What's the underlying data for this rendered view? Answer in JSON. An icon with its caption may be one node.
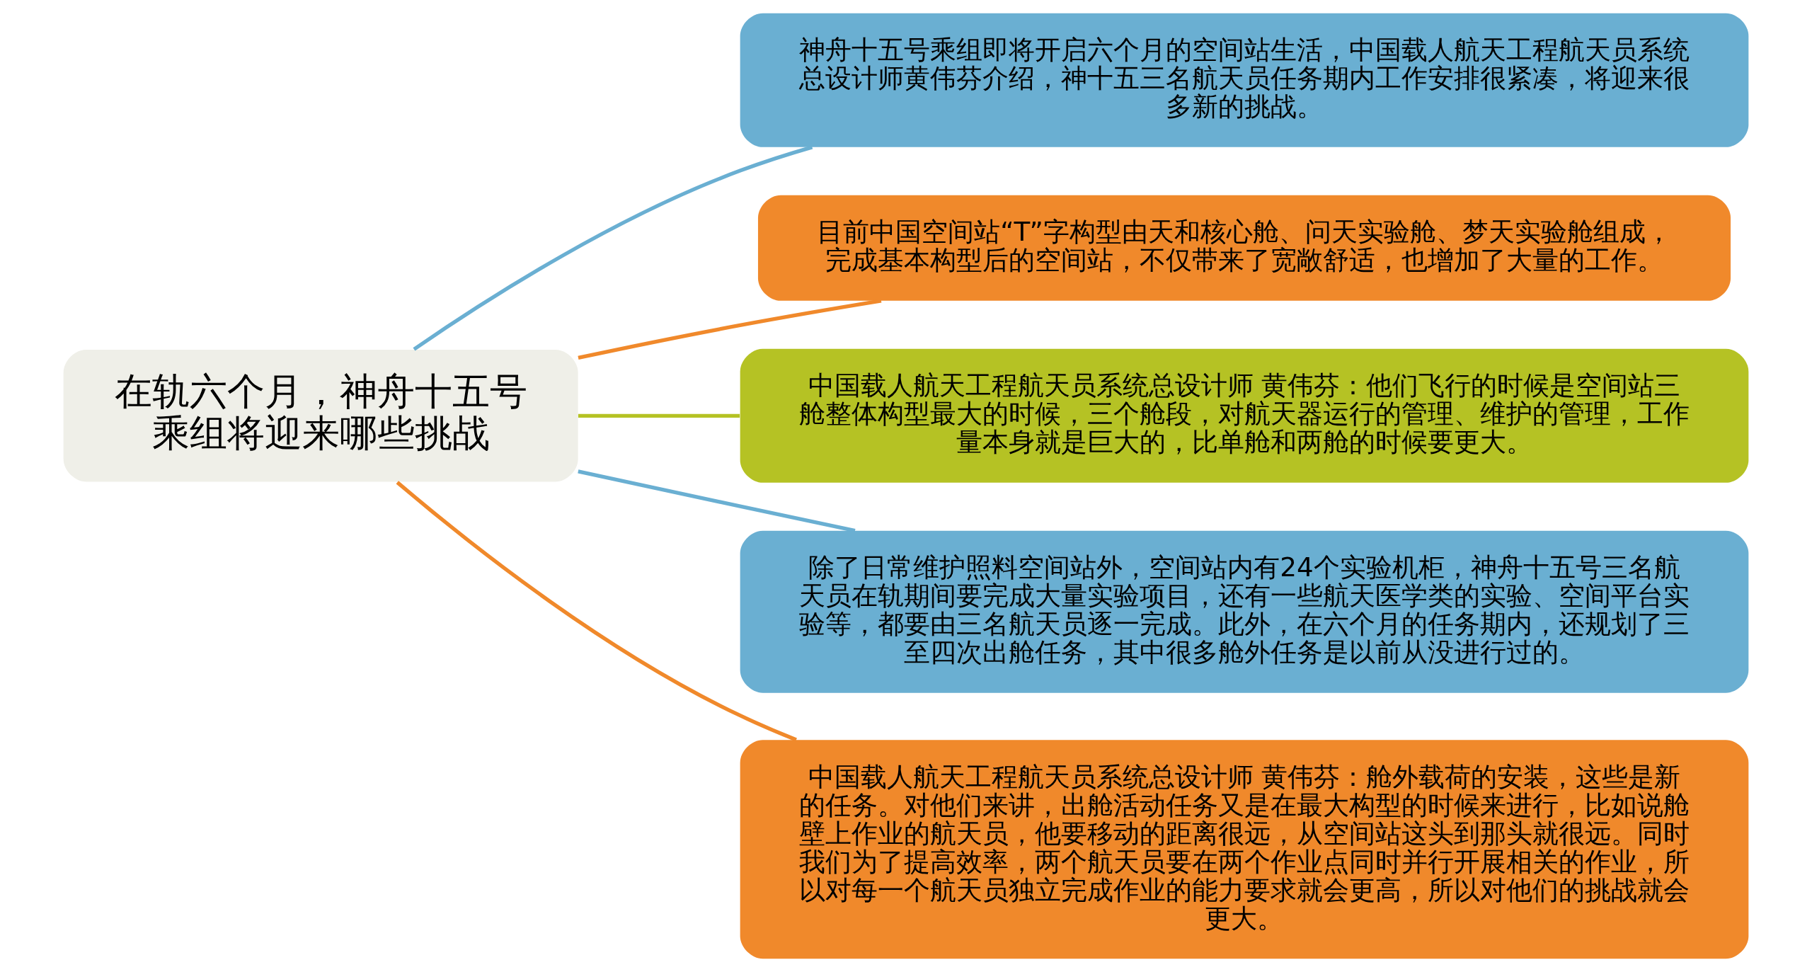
{
  "diagram": {
    "nodes": [
      {
        "text": [
          "在轨六个月，神舟十五号乘组将迎来哪些挑战"
        ]
      },
      {
        "text": [
          "神舟十五号乘组即将开启六个月的空间站生活，中国载人航天工程航天员系统总设计师黄伟芬介绍，神十五三名航天员任务期内工作安排很紧凑，将迎来很多新的挑战。"
        ]
      },
      {
        "text": [
          "目前中国空间站“T”字构型由天和核心舱、问天实验舱、梦天实验舱组成，完成基本构型后的空间站，不仅带来了宽敞舒适，也增加了大量的工作。"
        ]
      },
      {
        "text": [
          "中国载人航天工程航天员系统总设计师 黄伟芬：他们飞行的时候是空间站三舱整体构型最大的时候，三个舱段，对航天器运行的管理、维护的管理，工作量本身就是巨大的，比单舱和两舱的时候要更大。"
        ]
      },
      {
        "text": [
          "除了日常维护照料空间站外，空间站内有24个实验机柜，神舟十五号三名航天员在轨期间要完成大量实验项目，还有一些航天医学类的实验、空间平台实验等，都要由三名航天员逐一完成。此外，在六个月的任务期内，还规划了三至四次出舱任务，其中很多舱外任务是以前从没进行过的。"
        ]
      },
      {
        "text": [
          "中国载人航天工程航天员系统总设计师 黄伟芬：舱外载荷的安装，这些是新的任务。对他们来讲，出舱活动任务又是在最大构型的时候来进行，比如说舱壁上作业的航天员，他要移动的距离很远，从空间站这头到那头就很远。同时我们为了提高效率，两个航天员要在两个作业点同时并行开展相关的作业，所以对每一个航天员独立完成作业的能力要求就会更高，所以对他们的挑战就会更大。"
        ]
      }
    ],
    "edges": [
      {
        "from": 0,
        "to": 1,
        "arrow": "none",
        "color": "#6aafd2"
      },
      {
        "from": 0,
        "to": 2,
        "arrow": "none",
        "color": "#f0892b"
      },
      {
        "from": 0,
        "to": 3,
        "arrow": "none",
        "color": "#b5c224"
      },
      {
        "from": 0,
        "to": 4,
        "arrow": "none",
        "color": "#6aafd2"
      },
      {
        "from": 0,
        "to": 5,
        "arrow": "none",
        "color": "#f0892b"
      }
    ]
  }
}
